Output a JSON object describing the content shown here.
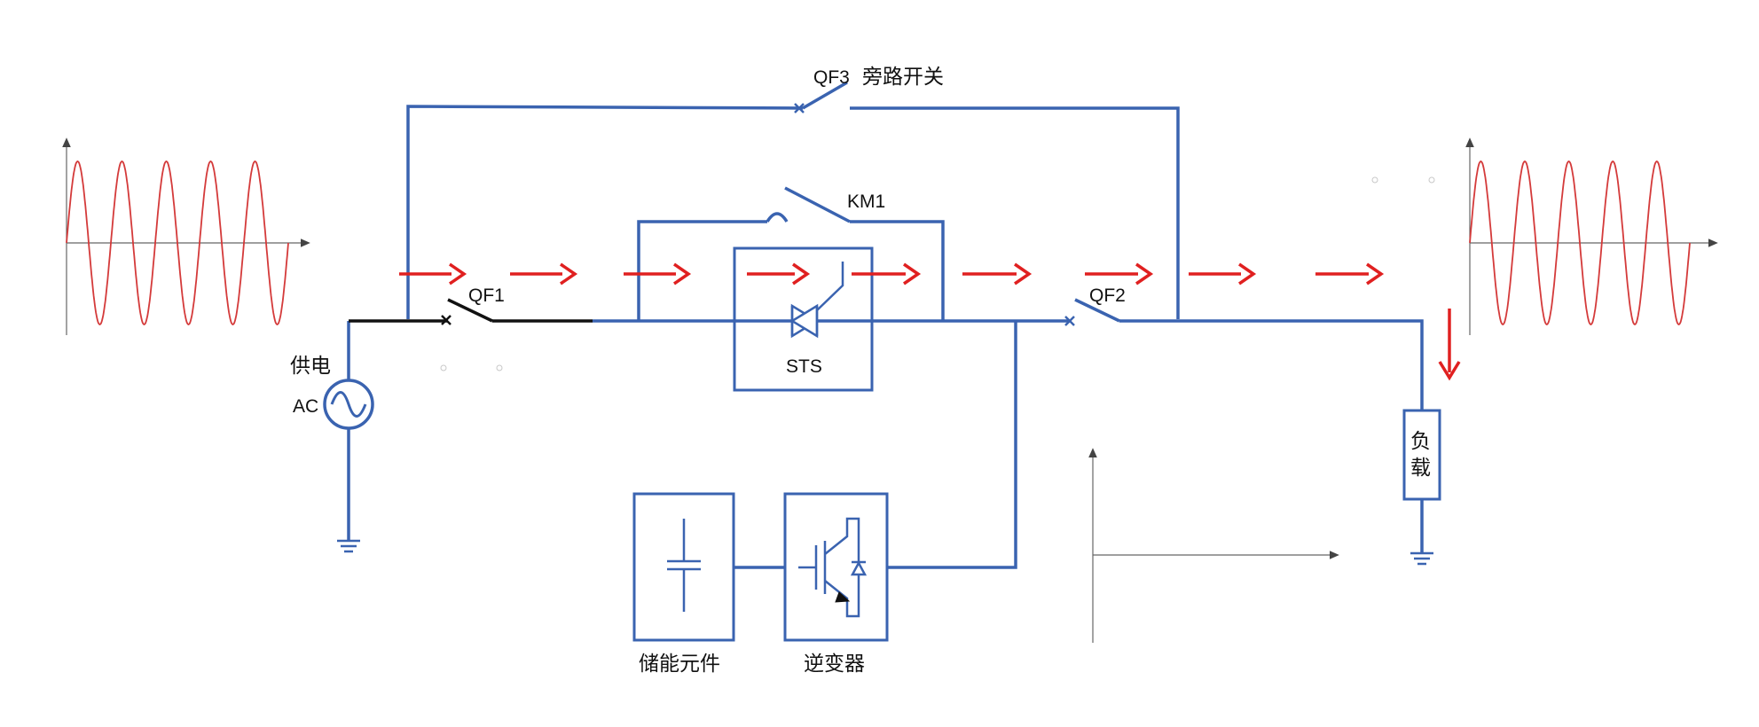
{
  "labels": {
    "qf3": "QF3",
    "bypass": "旁路开关",
    "km1": "KM1",
    "qf1": "QF1",
    "qf2": "QF2",
    "sts": "STS",
    "supply": "供电",
    "ac": "AC",
    "load_1": "负",
    "load_2": "载",
    "storage": "储能元件",
    "inverter": "逆变器"
  },
  "colors": {
    "wire": "#3a63b0",
    "arrow": "#e02020",
    "waveform": "#d43a3a"
  },
  "icons": [
    "ac-source-icon",
    "ground-icon",
    "thyristor-icon",
    "capacitor-icon",
    "igbt-icon",
    "diode-icon",
    "breaker-x-icon"
  ]
}
